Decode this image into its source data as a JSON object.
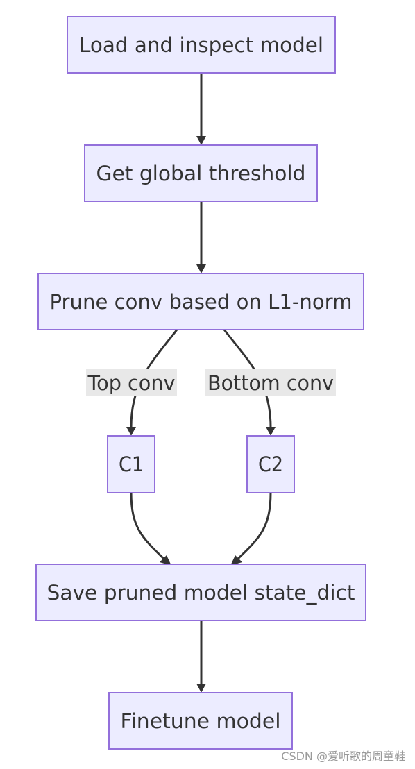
{
  "nodes": {
    "load": "Load and inspect model",
    "threshold": "Get global threshold",
    "prune": "Prune conv based on L1-norm",
    "c1": "C1",
    "c2": "C2",
    "save": "Save pruned model state_dict",
    "finetune": "Finetune model"
  },
  "edges": {
    "top_label": "Top conv",
    "bottom_label": "Bottom conv"
  },
  "watermark": "CSDN @爱听歌的周童鞋",
  "colors": {
    "node_fill": "#ECECFF",
    "node_border": "#9370DB",
    "line": "#333333",
    "label_bg": "#e8e8e8"
  }
}
